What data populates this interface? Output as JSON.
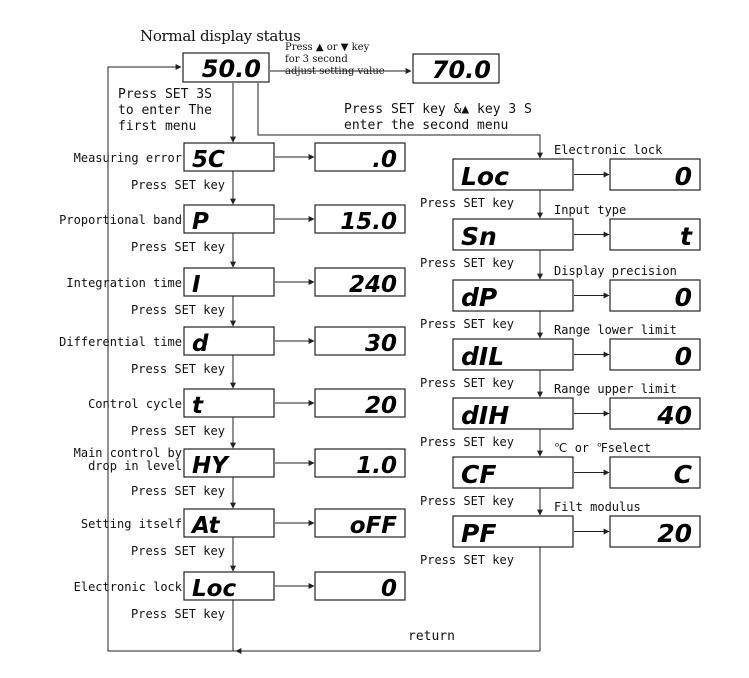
{
  "header": {
    "title": "Normal display status",
    "adjust_hint": [
      "Press ▲ or ▼ key",
      "for 3 second",
      "adjust setting value"
    ],
    "first_menu_hint": [
      "Press SET 3S",
      "to enter The",
      "first menu"
    ],
    "second_menu_hint": [
      "Press SET key &▲ key 3 S",
      "enter the second  menu"
    ]
  },
  "main_display": {
    "value": "50.0",
    "adjusted": "70.0"
  },
  "press_set_label": "Press SET key",
  "return_label": "return",
  "first_menu": [
    {
      "label": [
        "Measuring error"
      ],
      "code": "5C",
      "value": ".0"
    },
    {
      "label": [
        "Proportional band"
      ],
      "code": "P",
      "value": "15.0"
    },
    {
      "label": [
        "Integration time"
      ],
      "code": "I",
      "value": "240"
    },
    {
      "label": [
        "Differential time"
      ],
      "code": "d",
      "value": "30"
    },
    {
      "label": [
        "Control cycle"
      ],
      "code": "t",
      "value": "20"
    },
    {
      "label": [
        "Main control by",
        "drop in level"
      ],
      "code": "HY",
      "value": "1.0"
    },
    {
      "label": [
        "Setting itself"
      ],
      "code": "At",
      "value": "oFF"
    },
    {
      "label": [
        "Electronic lock"
      ],
      "code": "Loc",
      "value": "0"
    }
  ],
  "second_menu": [
    {
      "label": "Electronic lock",
      "code": "Loc",
      "value": "0"
    },
    {
      "label": "Input type",
      "code": "Sn",
      "value": "t"
    },
    {
      "label": "Display precision",
      "code": "dP",
      "value": "0"
    },
    {
      "label": "Range lower limit",
      "code": "dIL",
      "value": "0"
    },
    {
      "label": "Range upper limit",
      "code": "dIH",
      "value": "40"
    },
    {
      "label": "℃ or ℉select",
      "code": "CF",
      "value": "C"
    },
    {
      "label": "Filt modulus",
      "code": "PF",
      "value": "20"
    }
  ]
}
